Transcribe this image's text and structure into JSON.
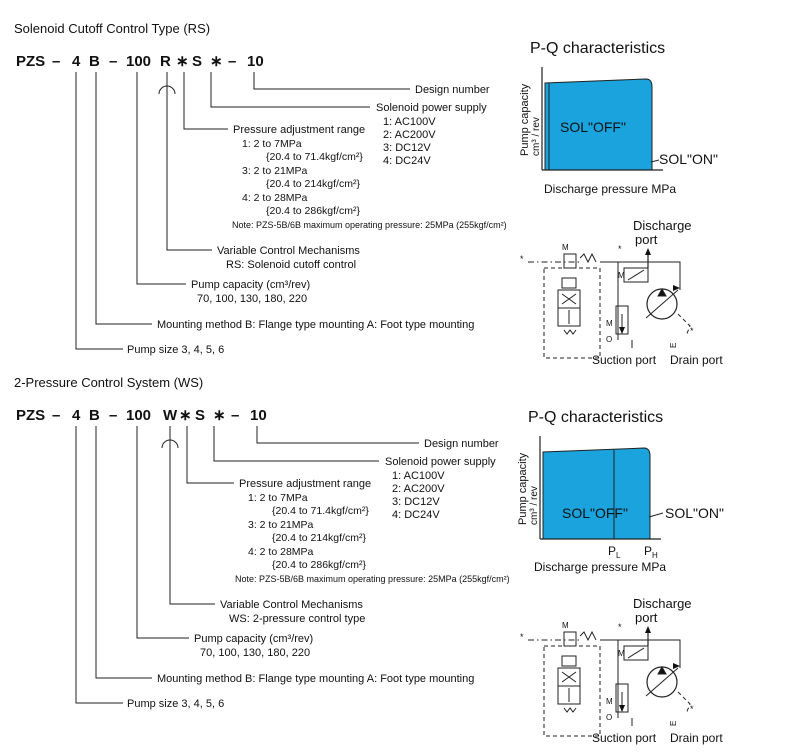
{
  "sections": [
    {
      "title": "Solenoid Cutoff Control Type (RS)",
      "code": [
        "PZS",
        "–",
        "4",
        "B",
        "–",
        "100",
        "R",
        "∗",
        "S",
        "∗",
        "–",
        "10"
      ],
      "design_number": "Design number",
      "solenoid": {
        "label": "Solenoid power supply",
        "options": [
          "1:   AC100V",
          "2:   AC200V",
          "3:   DC12V",
          "4:   DC24V"
        ]
      },
      "pressure": {
        "label": "Pressure adjustment range",
        "lines": [
          "1:   2 to 7MPa",
          "{20.4 to 71.4kgf/cm²}",
          "3:   2 to 21MPa",
          "{20.4 to 214kgf/cm²}",
          "4:   2 to 28MPa",
          "{20.4 to 286kgf/cm²}"
        ],
        "note": "Note: PZS-5B/6B maximum operating pressure: 25MPa (255kgf/cm²)"
      },
      "variable": {
        "label": "Variable Control Mechanisms",
        "value": "RS: Solenoid cutoff control"
      },
      "capacity": {
        "label": "Pump capacity (cm³/rev)",
        "value": "70, 100, 130, 180, 220"
      },
      "mounting": "Mounting method  B: Flange type mounting  A: Foot type mounting",
      "size": "Pump size  3, 4, 5, 6",
      "pq": {
        "title": "P-Q characteristics",
        "ylabel1": "Pump capacity",
        "ylabel2": "cm³ / rev",
        "xlabel": "Discharge pressure MPa",
        "sol_off": "SOL\"OFF\"",
        "sol_on": "SOL\"ON\"",
        "fill": "#1aa3dd"
      },
      "circuit": {
        "discharge1": "Discharge",
        "discharge2": "port",
        "suction": "Suction port",
        "drain": "Drain port"
      }
    },
    {
      "title": "2-Pressure Control System (WS)",
      "code": [
        "PZS",
        "–",
        "4",
        "B",
        "–",
        "100",
        "W",
        "∗",
        "S",
        "∗",
        "–",
        "10"
      ],
      "design_number": "Design number",
      "solenoid": {
        "label": "Solenoid power supply",
        "options": [
          "1:   AC100V",
          "2:   AC200V",
          "3:   DC12V",
          "4:   DC24V"
        ]
      },
      "pressure": {
        "label": "Pressure adjustment range",
        "lines": [
          "1:   2 to 7MPa",
          "{20.4 to 71.4kgf/cm²}",
          "3:   2 to 21MPa",
          "{20.4 to 214kgf/cm²}",
          "4:   2 to 28MPa",
          "{20.4 to 286kgf/cm²}"
        ],
        "note": "Note: PZS-5B/6B maximum operating pressure: 25MPa (255kgf/cm²)"
      },
      "variable": {
        "label": "Variable Control Mechanisms",
        "value": "WS: 2-pressure control type"
      },
      "capacity": {
        "label": "Pump capacity (cm³/rev)",
        "value": "70, 100, 130, 180, 220"
      },
      "mounting": "Mounting method  B: Flange type mounting  A: Foot type mounting",
      "size": "Pump size  3, 4, 5, 6",
      "pq": {
        "title": "P-Q characteristics",
        "ylabel1": "Pump capacity",
        "ylabel2": "cm³ / rev",
        "xlabel": "Discharge pressure MPa",
        "sol_off": "SOL\"OFF\"",
        "sol_on": "SOL\"ON\"",
        "pl": "P",
        "pl_sub": "L",
        "ph": "P",
        "ph_sub": "H",
        "fill": "#1aa3dd"
      },
      "circuit": {
        "discharge1": "Discharge",
        "discharge2": "port",
        "suction": "Suction port",
        "drain": "Drain port"
      }
    }
  ],
  "circuit_symbols": {
    "m": "M",
    "o": "O",
    "e": "E",
    "star": "*"
  }
}
